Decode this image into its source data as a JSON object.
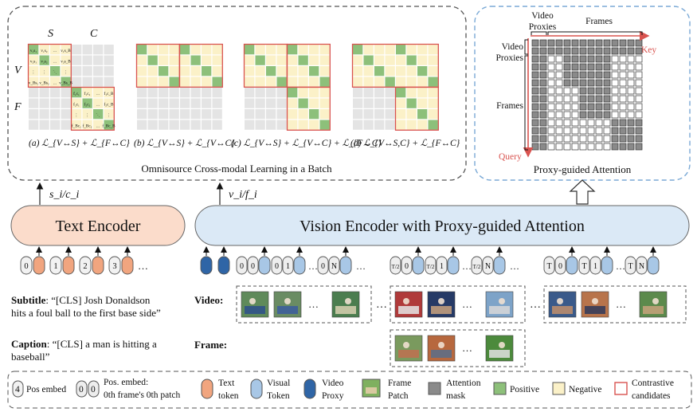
{
  "left_panel": {
    "title": "Omnisource Cross-modal Learning in a Batch",
    "col_labels": [
      "S",
      "C"
    ],
    "row_labels": [
      "V",
      "F"
    ],
    "grid1_cells_top": [
      [
        "v₁s₁",
        "v₁s₂",
        "…",
        "v₁s_B"
      ],
      [
        "v₂s₁",
        "v₂s₂",
        "…",
        "v₂s_B"
      ],
      [
        "⋮",
        "⋮",
        "⋱",
        "⋮"
      ],
      [
        "v_Bs₁",
        "v_Bs₂",
        "…",
        "v_Bs_B"
      ]
    ],
    "grid1_cells_bottom": [
      [
        "f₁c₁",
        "f₁c₂",
        "…",
        "f₁c_B"
      ],
      [
        "f₂c₁",
        "f₂c₂",
        "…",
        "f₂c_B"
      ],
      [
        "⋮",
        "⋮",
        "⋱",
        "⋮"
      ],
      [
        "f_Bc₁",
        "f_Bc₂",
        "…",
        "f_Bc_B"
      ]
    ],
    "captions": [
      "(a) ℒ_{V↔S} + ℒ_{F↔C}",
      "(b) ℒ_{V↔S} + ℒ_{V↔C}",
      "(c) ℒ_{V↔S} + ℒ_{V↔C} + ℒ_{F↔C}",
      "(d) ℒ_{V↔S,C} + ℒ_{F↔C}"
    ]
  },
  "right_panel": {
    "title": "Proxy-guided Attention",
    "top_labels": [
      "Video Proxies",
      "Frames"
    ],
    "side_labels": [
      "Video Proxies",
      "Frames"
    ],
    "key_label": "Key",
    "query_label": "Query"
  },
  "encoders": {
    "text": "Text Encoder",
    "vision": "Vision Encoder with Proxy-guided Attention",
    "text_output": "s_i/c_i",
    "vision_output": "v_i/f_i"
  },
  "tokens": {
    "text_positions": [
      "0",
      "1",
      "2",
      "3"
    ],
    "ellipsis": "…",
    "vision_groups": [
      [
        "0",
        "0",
        "0",
        "1",
        "0",
        "N"
      ],
      [
        "T/2",
        "0",
        "T/2",
        "1",
        "T/2",
        "N"
      ],
      [
        "T",
        "0",
        "T",
        "1",
        "T",
        "N"
      ]
    ]
  },
  "texts": {
    "subtitle_label": "Subtitle",
    "subtitle_text_line1": ": “[CLS] Josh Donaldson",
    "subtitle_text_line2": "hits a foul ball to the first base side”",
    "caption_label": "Caption",
    "caption_text_line1": ": “[CLS] a man is hitting a",
    "caption_text_line2": "baseball”",
    "video_label": "Video:",
    "frame_label": "Frame:"
  },
  "legend": [
    {
      "symbol": "4",
      "label": "Pos embed"
    },
    {
      "symbol": "0 0",
      "label": "Pos. embed: 0th frame's 0th patch"
    },
    {
      "symbol": "",
      "label": "Text token"
    },
    {
      "symbol": "",
      "label": "Visual Token"
    },
    {
      "symbol": "",
      "label": "Video Proxy"
    },
    {
      "symbol": "",
      "label": "Frame Patch"
    },
    {
      "symbol": "",
      "label": "Attention mask"
    },
    {
      "symbol": "",
      "label": "Positive"
    },
    {
      "symbol": "",
      "label": "Negative"
    },
    {
      "symbol": "",
      "label": "Contrastive candidates"
    }
  ],
  "colors": {
    "positive": "#8dc07a",
    "negative": "#fbf1c8",
    "neutral": "#e4e4e4",
    "contrastive": "#d9534f",
    "text_token": "#f1a57f",
    "visual_token": "#a8c7e6",
    "video_proxy": "#2f65a6",
    "attention_mask": "#8a8a8a",
    "encoder_text": "#fbdccb",
    "encoder_vision": "#dbe9f6"
  }
}
